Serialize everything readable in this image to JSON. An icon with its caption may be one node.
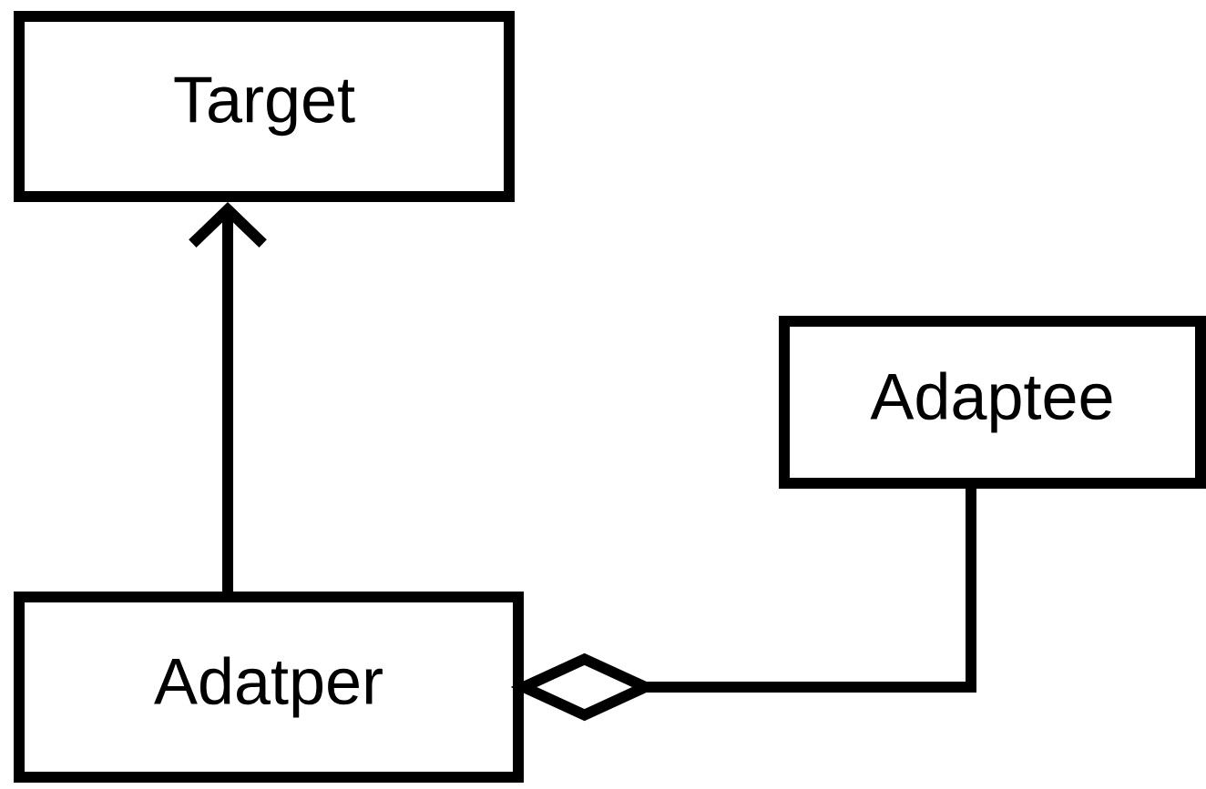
{
  "diagram": {
    "nodes": [
      {
        "text": [
          "Target"
        ]
      },
      {
        "text": [
          "Adaptee"
        ]
      },
      {
        "text": [
          "Adatper"
        ]
      }
    ],
    "edges": [
      {
        "from": 2,
        "to": 0,
        "arrow": "to"
      },
      {
        "from": 2,
        "to": 1,
        "arrow": "other"
      }
    ]
  }
}
